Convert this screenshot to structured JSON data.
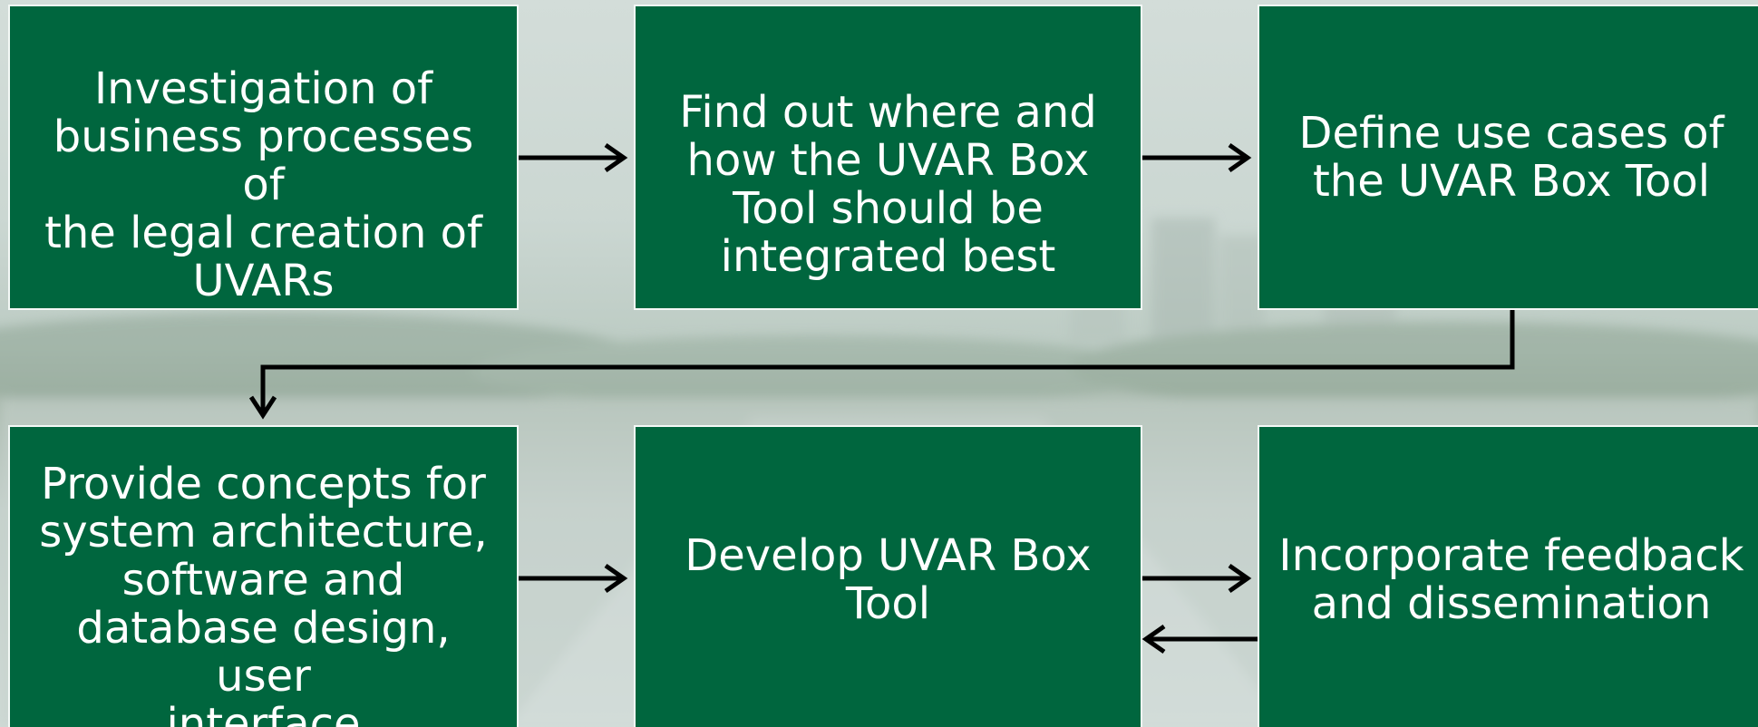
{
  "diagram": {
    "steps": [
      {
        "id": "step-1",
        "text": "Investigation of\nbusiness processes of\nthe legal creation of\nUVARs"
      },
      {
        "id": "step-2",
        "text": "Find out where and\nhow the UVAR Box\nTool should be\nintegrated best"
      },
      {
        "id": "step-3",
        "text": "Define use cases of\nthe UVAR Box Tool"
      },
      {
        "id": "step-4",
        "text": "Provide concepts for\nsystem architecture,\nsoftware and\ndatabase design, user\ninterface"
      },
      {
        "id": "step-5",
        "text": "Develop UVAR Box\nTool"
      },
      {
        "id": "step-6",
        "text": "Incorporate feedback\nand dissemination"
      }
    ],
    "flows": [
      {
        "from": "step-1",
        "to": "step-2"
      },
      {
        "from": "step-2",
        "to": "step-3"
      },
      {
        "from": "step-3",
        "to": "step-4"
      },
      {
        "from": "step-4",
        "to": "step-5"
      },
      {
        "from": "step-5",
        "to": "step-6"
      },
      {
        "from": "step-6",
        "to": "step-5"
      }
    ],
    "colors": {
      "box_fill": "#00663e",
      "box_border": "#f4f8f6",
      "text": "#ffffff",
      "arrow": "#000000"
    }
  }
}
